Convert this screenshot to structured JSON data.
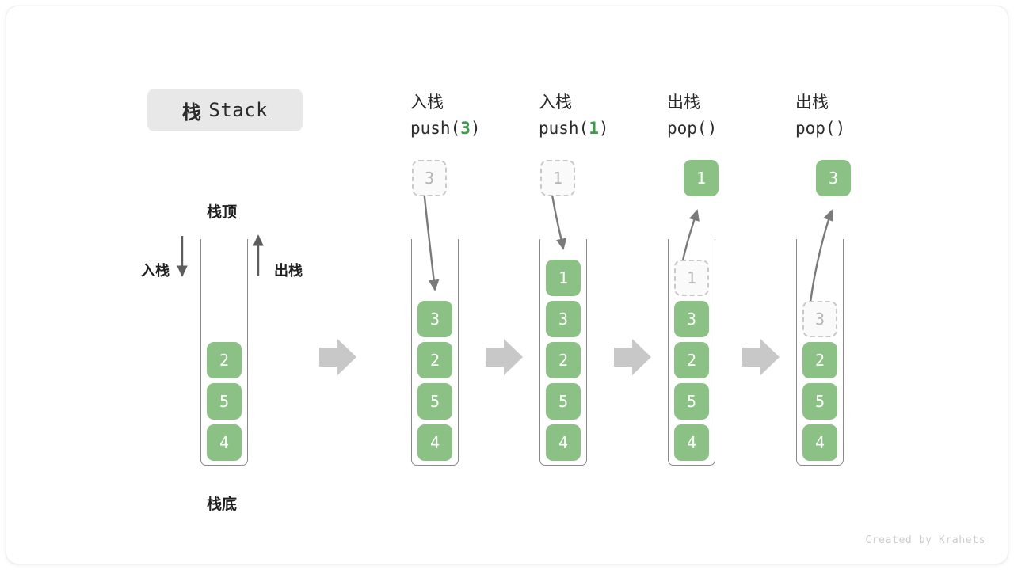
{
  "title": {
    "cn": "栈",
    "en": "Stack"
  },
  "labels": {
    "top": "栈顶",
    "bottom": "栈底",
    "push_side": "入栈",
    "pop_side": "出栈"
  },
  "colors": {
    "cell_fill": "#8cc185",
    "cell_text": "#ffffff",
    "ghost_border": "#c9c9c9",
    "ghost_text": "#b5b5b5",
    "accent_green": "#3f9b4c",
    "arrow_gray": "#c8c8c8",
    "stroke_gray": "#8a8a8a",
    "badge_bg": "#e8e8e8"
  },
  "steps": [
    {
      "id": "initial",
      "head_line1": "",
      "head_line2": "",
      "head_arg": "",
      "stack": [
        "2",
        "5",
        "4"
      ],
      "ghost_in_stack": null,
      "floating": null,
      "floating_kind": null
    },
    {
      "id": "push-3",
      "head_line1": "入栈",
      "head_line2_pre": "push(",
      "head_arg": "3",
      "head_line2_post": ")",
      "stack": [
        "3",
        "2",
        "5",
        "4"
      ],
      "ghost_in_stack": null,
      "floating": "3",
      "floating_kind": "ghost"
    },
    {
      "id": "push-1",
      "head_line1": "入栈",
      "head_line2_pre": "push(",
      "head_arg": "1",
      "head_line2_post": ")",
      "stack": [
        "1",
        "3",
        "2",
        "5",
        "4"
      ],
      "ghost_in_stack": null,
      "floating": "1",
      "floating_kind": "ghost"
    },
    {
      "id": "pop-1",
      "head_line1": "出栈",
      "head_line2_pre": "pop(",
      "head_arg": "",
      "head_line2_post": ")",
      "stack": [
        "3",
        "2",
        "5",
        "4"
      ],
      "ghost_in_stack": "1",
      "floating": "1",
      "floating_kind": "filled"
    },
    {
      "id": "pop-3",
      "head_line1": "出栈",
      "head_line2_pre": "pop(",
      "head_arg": "",
      "head_line2_post": ")",
      "stack": [
        "2",
        "5",
        "4"
      ],
      "ghost_in_stack": "3",
      "floating": "3",
      "floating_kind": "filled"
    }
  ],
  "footer": "Created by Krahets"
}
